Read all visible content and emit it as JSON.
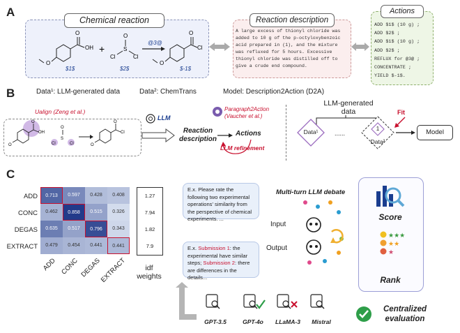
{
  "panel_a": {
    "letter": "A",
    "chem_title": "Chemical reaction",
    "reagent1_label": "$1$",
    "reagent2_label": "$2$",
    "product_label": "$-1$",
    "arrow_label": "@3@",
    "desc_title": "Reaction description",
    "desc_text": "A large excess of thionyl chloride was added to 10 g of the p-octyloxybenzoic acid prepared in (1), and the mixture was refluxed for 5 hours. Excessive thionyl chloride was distilled off to give a crude end compound.",
    "actions_title": "Actions",
    "actions": [
      "ADD $1$ (10 g) ;",
      "ADD $2$ ;",
      "ADD $1$ (10 g) ;",
      "ADD $2$ ;",
      "REFLUX for @3@ ;",
      "CONCENTRATE ;",
      "YIELD $-1$."
    ]
  },
  "panel_b": {
    "letter": "B",
    "data1_text": "Data¹: LLM-generated data",
    "data2_text": "Data²: ChemTrans",
    "model_text": "Model: Description2Action (D2A)",
    "ualign": "Ualign (Zeng et al.)",
    "llm": "LLM",
    "paragraph2action": "Paragraph2Action",
    "vaucher": "(Vaucher et al.)",
    "reaction": "Reaction",
    "description": "description",
    "actions": "Actions",
    "refinement": "LLM refinement",
    "llm_generated": "LLM-generated",
    "data_word": "data",
    "data1_chip": "Data¹",
    "dots": "......",
    "one": "1",
    "data2_chip": "Data²",
    "fit": "Fit",
    "model_box": "Model"
  },
  "panel_c": {
    "letter": "C",
    "rows": [
      "ADD",
      "CONC",
      "DEGAS",
      "EXTRACT"
    ],
    "cols": [
      "ADD",
      "CONC",
      "DEGAS",
      "EXTRACT"
    ],
    "matrix": [
      [
        0.713,
        0.597,
        0.428,
        0.408
      ],
      [
        0.462,
        0.858,
        0.515,
        0.326
      ],
      [
        0.635,
        0.517,
        0.796,
        0.343
      ],
      [
        0.479,
        0.454,
        0.441,
        0.441
      ]
    ],
    "idf": [
      1.27,
      7.94,
      1.82,
      7.9
    ],
    "idf_label1": "idf",
    "idf_label2": "weights",
    "bubble1": "E.x. Please rate the following two experimental operations' similarity from the perspective of chemical experiments. ...",
    "bubble2_prefix": "E.x. ",
    "sub1": "Submission 1",
    "bubble2_mid": ": the experimental have similar steps;",
    "sub2": "Submission 2",
    "bubble2_end": ": there are differences in the details...",
    "debate_title": "Multi-turn LLM debate",
    "input": "Input",
    "output": "Output",
    "score": "Score",
    "rank": "Rank",
    "models": [
      "GPT-3.5",
      "GPT-4o",
      "LLaMA-3",
      "Mistral"
    ],
    "centralized1": "Centralized",
    "centralized2": "evaluation"
  },
  "colors": {
    "accent": "#c8102e",
    "purple": "#9b6bbf",
    "green": "#2e9e49",
    "navy": "#1a3d8f"
  }
}
